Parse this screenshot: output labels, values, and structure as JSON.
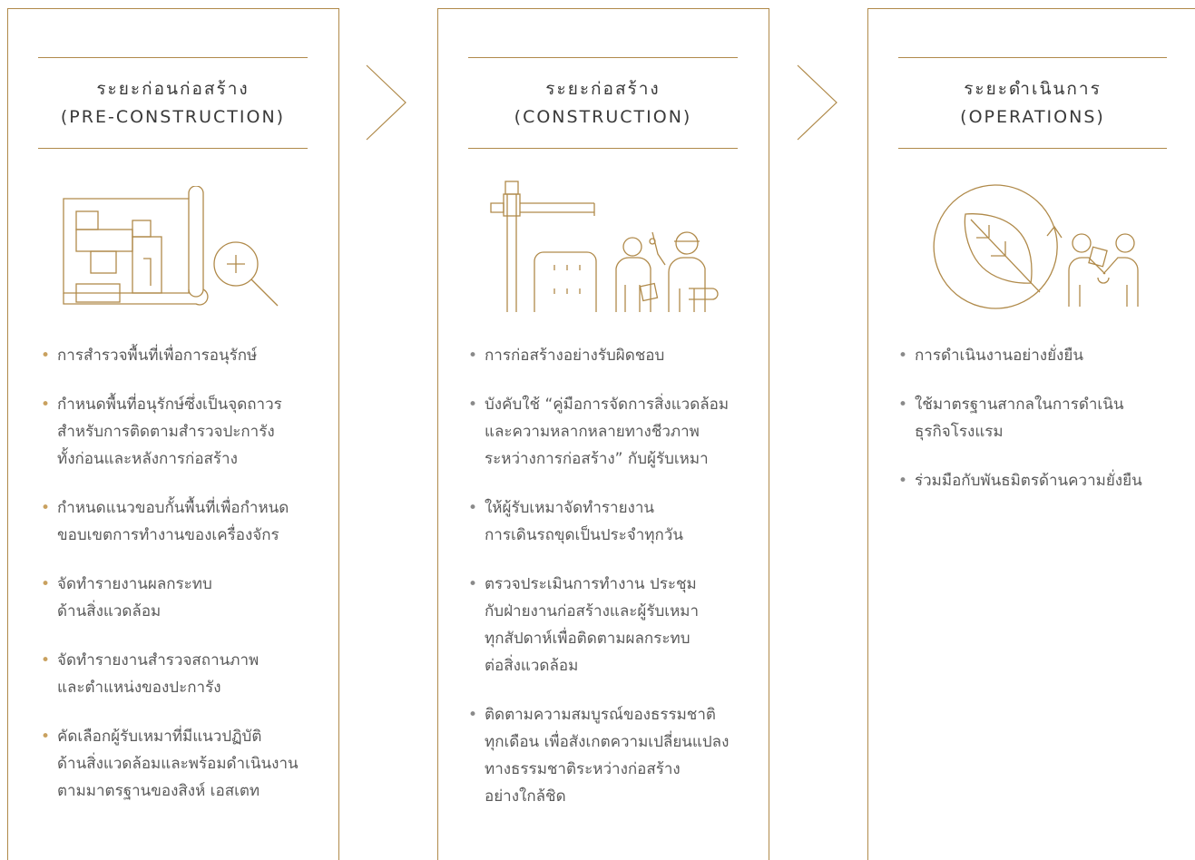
{
  "colors": {
    "accent": "#b08a4a",
    "bullet_gold": "#c9a15f",
    "text": "#5a5a5a"
  },
  "phases": [
    {
      "title_th": "ระยะก่อนก่อสร้าง",
      "title_en": "(PRE-CONSTRUCTION)",
      "icon": "blueprint-magnifier-icon",
      "items": [
        "การสำรวจพื้นที่เพื่อการอนุรักษ์",
        "กำหนดพื้นที่อนุรักษ์ซึ่งเป็นจุดถาวร\nสำหรับการติดตามสำรวจปะการัง\nทั้งก่อนและหลังการก่อสร้าง",
        "กำหนดแนวขอบกั้นพื้นที่เพื่อกำหนด\nขอบเขตการทำงานของเครื่องจักร",
        "จัดทำรายงานผลกระทบ\nด้านสิ่งแวดล้อม",
        "จัดทำรายงานสำรวจสถานภาพ\nและตำแหน่งของปะการัง",
        "คัดเลือกผู้รับเหมาที่มีแนวปฏิบัติ\nด้านสิ่งแวดล้อมและพร้อมดำเนินงาน\nตามมาตรฐานของสิงห์ เอสเตท"
      ]
    },
    {
      "title_th": "ระยะก่อสร้าง",
      "title_en": "(CONSTRUCTION)",
      "icon": "crane-workers-icon",
      "items": [
        "การก่อสร้างอย่างรับผิดชอบ",
        "บังคับใช้ “คู่มือการจัดการสิ่งแวดล้อม\nและความหลากหลายทางชีวภาพ\nระหว่างการก่อสร้าง” กับผู้รับเหมา",
        "ให้ผู้รับเหมาจัดทำรายงาน\nการเดินรถขุดเป็นประจำทุกวัน",
        "ตรวจประเมินการทำงาน ประชุม\nกับฝ่ายงานก่อสร้างและผู้รับเหมา\nทุกสัปดาห์เพื่อติดตามผลกระทบ\nต่อสิ่งแวดล้อม",
        "ติดตามความสมบูรณ์ของธรรมชาติ\nทุกเดือน เพื่อสังเกตความเปลี่ยนแปลง\nทางธรรมชาติระหว่างก่อสร้าง\nอย่างใกล้ชิด"
      ]
    },
    {
      "title_th": "ระยะดำเนินการ",
      "title_en": "(OPERATIONS)",
      "icon": "leaf-cycle-handshake-icon",
      "items": [
        "การดำเนินงานอย่างยั่งยืน",
        "ใช้มาตรฐานสากลในการดำเนิน\nธุรกิจโรงแรม",
        "ร่วมมือกับพันธมิตรด้านความยั่งยืน"
      ]
    }
  ]
}
